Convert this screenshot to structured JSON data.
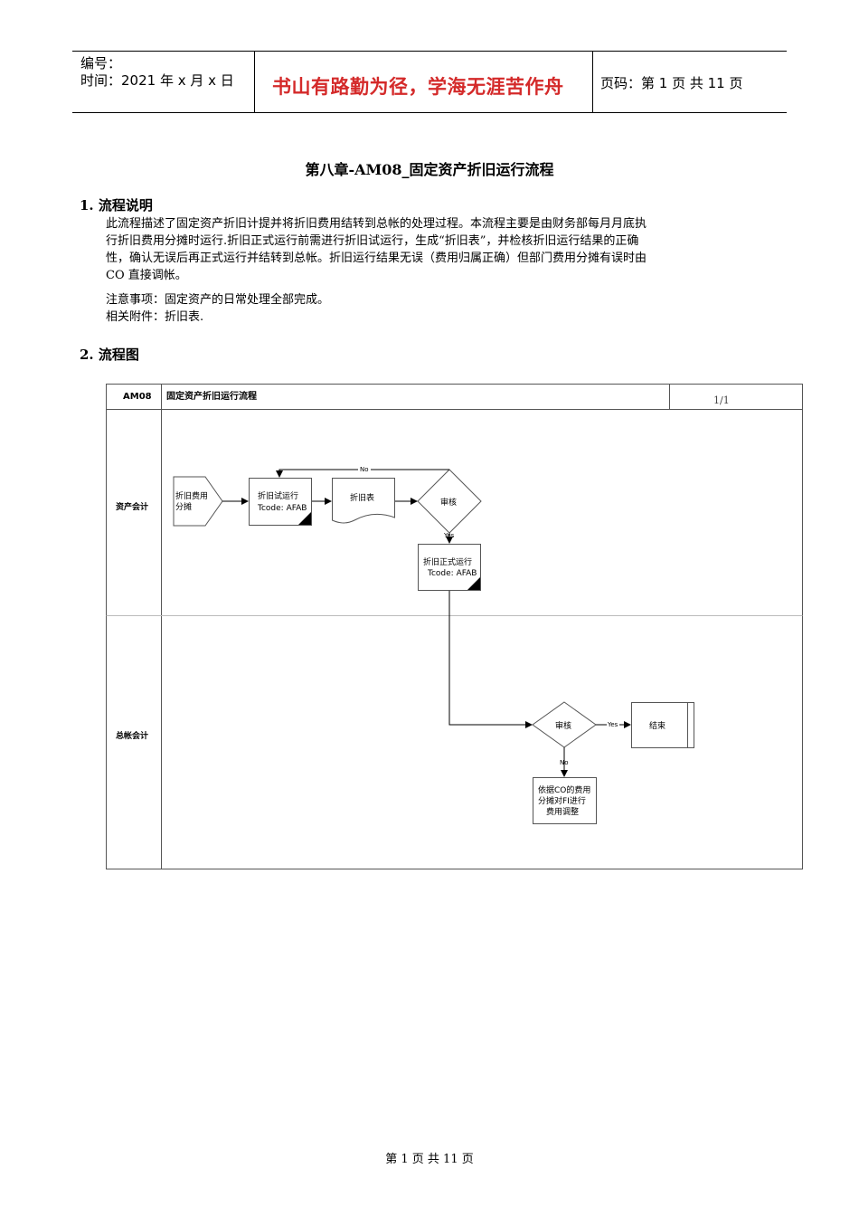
{
  "header": {
    "number_label": "编号：",
    "time_label": "时间：2021 年 x 月 x 日",
    "motto": "书山有路勤为径，学海无涯苦作舟",
    "page_info": "页码：第 1 页  共 11 页"
  },
  "title": "第八章-AM08_固定资产折旧运行流程",
  "section1": {
    "heading": "1.   流程说明",
    "lines": [
      "此流程描述了固定资产折旧计提并将折旧费用结转到总帐的处理过程。本流程主要是由财务部每月月底执",
      "行折旧费用分摊时运行.折旧正式运行前需进行折旧试运行，生成“折旧表”，并检核折旧运行结果的正确",
      "性，确认无误后再正式运行并结转到总帐。折旧运行结果无误（费用归属正确）但部门费用分摊有误时由",
      "CO 直接调帐。"
    ],
    "notes": [
      "注意事项：固定资产的日常处理全部完成。",
      "相关附件：折旧表."
    ]
  },
  "section2": {
    "heading": "2.   流程图"
  },
  "flowchart": {
    "code": "AM08",
    "name": "固定资产折旧运行流程",
    "page": "1/1",
    "lane1": "资产会计",
    "lane2": "总帐会计",
    "start_line1": "折旧费用",
    "start_line2": "分摊",
    "trial_line1": "折旧试运行",
    "trial_line2": "Tcode: AFAB",
    "report": "折旧表",
    "review1": "审核",
    "no_label1": "No",
    "yes_label1": "Yes",
    "formal_line1": "折旧正式运行",
    "formal_line2": "Tcode: AFAB",
    "review2": "审核",
    "yes_label2": "Yes",
    "end": "结束",
    "no_label2": "No",
    "adjust_line1": "依据CO的费用",
    "adjust_line2": "分摊对FI进行",
    "adjust_line3": "费用调整"
  },
  "footer": "第  1  页  共  11  页"
}
